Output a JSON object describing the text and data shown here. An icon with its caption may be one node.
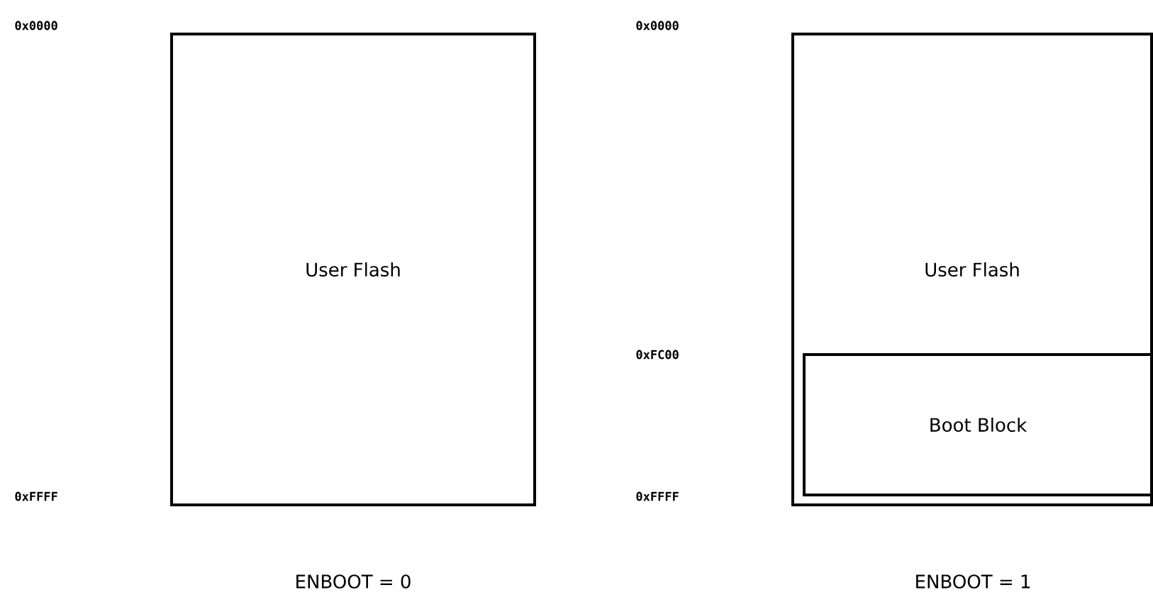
{
  "diagram": {
    "nodes": [
      {
        "text": [
          "User Flash"
        ]
      },
      {
        "text": [
          "User Flash"
        ]
      },
      {
        "text": [
          "Boot Block"
        ],
        "in": 1
      }
    ],
    "labels": [
      "0x0000",
      "0xFFFF",
      "ENBOOT = 0",
      "0x0000",
      "0xFC00",
      "0xFFFF",
      "ENBOOT = 1"
    ]
  }
}
